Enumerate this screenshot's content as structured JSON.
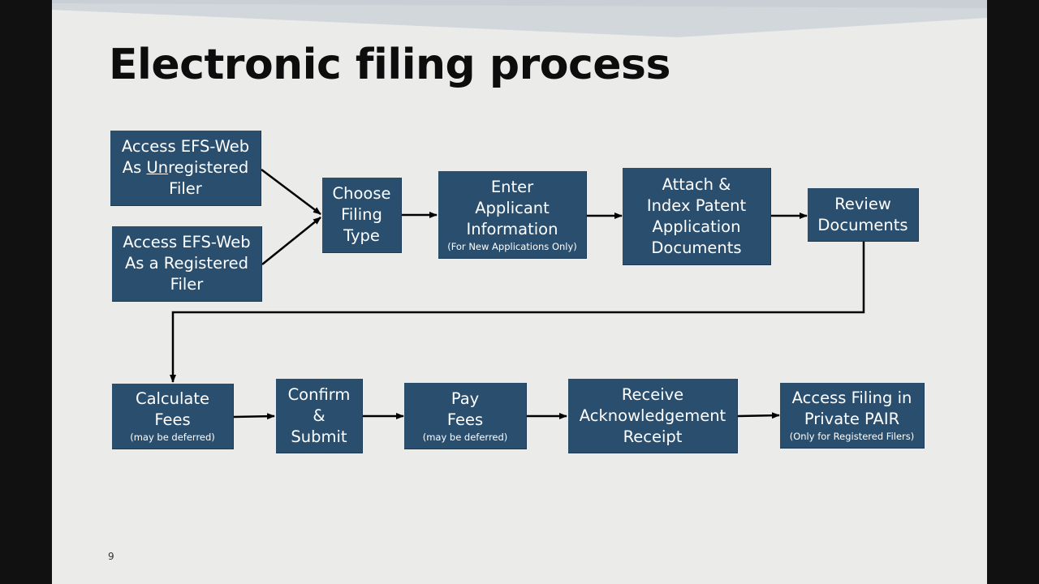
{
  "slide": {
    "title": "Electronic filing process",
    "page_number": "9"
  },
  "colors": {
    "box_fill": "#2a4e6e",
    "box_text": "#ffffff",
    "background": "#ebebea",
    "connector": "#000000"
  },
  "flow": {
    "access_unregistered": {
      "line1": "Access EFS-Web",
      "line2_pre": "As ",
      "line2_underlined": "Un",
      "line2_post": "registered",
      "line3": "Filer"
    },
    "access_registered": {
      "line1": "Access EFS-Web",
      "line2": "As a Registered",
      "line3": "Filer"
    },
    "choose_filing_type": {
      "line1": "Choose",
      "line2": "Filing",
      "line3": "Type"
    },
    "enter_applicant_info": {
      "line1": "Enter",
      "line2": "Applicant",
      "line3": "Information",
      "note": "(For New Applications Only)"
    },
    "attach_index": {
      "line1": "Attach &",
      "line2": "Index Patent",
      "line3": "Application",
      "line4": "Documents"
    },
    "review_documents": {
      "line1": "Review",
      "line2": "Documents"
    },
    "calculate_fees": {
      "line1": "Calculate",
      "line2": "Fees",
      "note": "(may be deferred)"
    },
    "confirm_submit": {
      "line1": "Confirm",
      "line2": "&",
      "line3": "Submit"
    },
    "pay_fees": {
      "line1": "Pay",
      "line2": "Fees",
      "note": "(may be deferred)"
    },
    "receive_receipt": {
      "line1": "Receive",
      "line2": "Acknowledgement",
      "line3": "Receipt"
    },
    "access_pair": {
      "line1": "Access Filing in",
      "line2": "Private PAIR",
      "note": "(Only for Registered Filers)"
    }
  }
}
